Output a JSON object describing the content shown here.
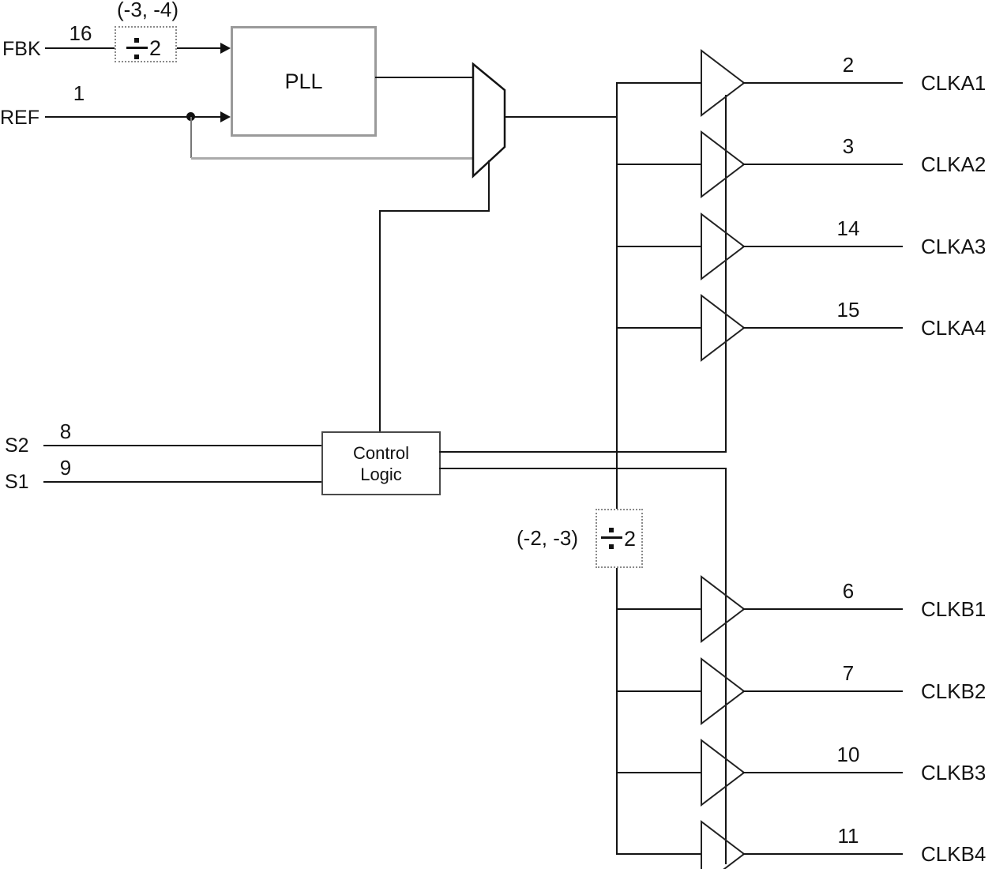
{
  "inputs": {
    "fbk": {
      "label": "FBK",
      "pin": "16"
    },
    "ref": {
      "label": "REF",
      "pin": "1"
    },
    "s2": {
      "label": "S2",
      "pin": "8"
    },
    "s1": {
      "label": "S1",
      "pin": "9"
    }
  },
  "pll_label": "PLL",
  "control": {
    "line1": "Control",
    "line2": "Logic"
  },
  "dividers": {
    "feedback": {
      "annotation": "(-3, -4)",
      "value": "2"
    },
    "bank_b": {
      "annotation": "(-2, -3)",
      "value": "2"
    }
  },
  "outputs": {
    "bank_a": [
      {
        "pin": "2",
        "label": "CLKA1"
      },
      {
        "pin": "3",
        "label": "CLKA2"
      },
      {
        "pin": "14",
        "label": "CLKA3"
      },
      {
        "pin": "15",
        "label": "CLKA4"
      }
    ],
    "bank_b": [
      {
        "pin": "6",
        "label": "CLKB1"
      },
      {
        "pin": "7",
        "label": "CLKB2"
      },
      {
        "pin": "10",
        "label": "CLKB3"
      },
      {
        "pin": "11",
        "label": "CLKB4"
      }
    ]
  }
}
